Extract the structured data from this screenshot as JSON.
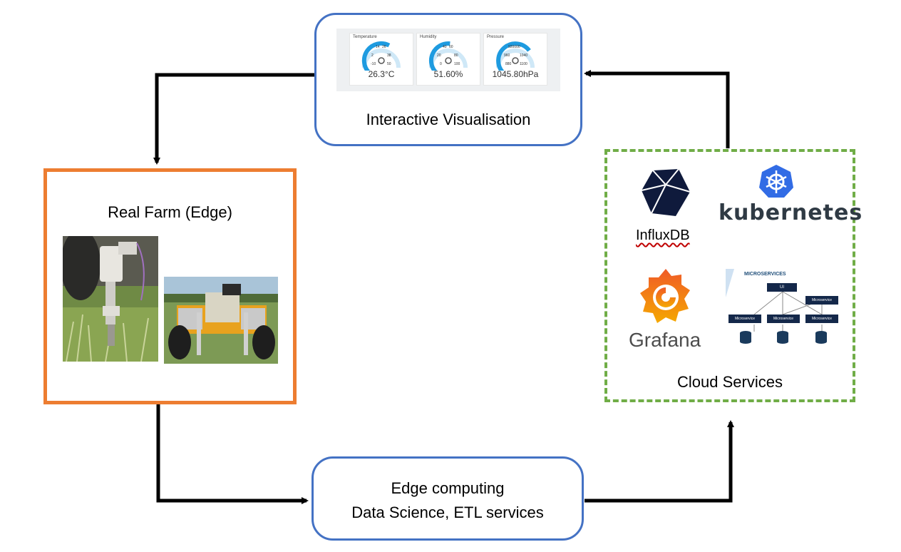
{
  "nodes": {
    "visualisation": {
      "label": "Interactive Visualisation",
      "gauges": [
        {
          "title": "Temperature",
          "value": "26.3°C",
          "ticks": [
            "14",
            "26",
            "2",
            "38",
            "-10",
            "50"
          ],
          "level": 0.6
        },
        {
          "title": "Humidity",
          "value": "51.60%",
          "ticks": [
            "40",
            "60",
            "20",
            "80",
            "0",
            "100"
          ],
          "level": 0.52
        },
        {
          "title": "Pressure",
          "value": "1045.80hPa",
          "ticks": [
            "920000",
            "960",
            "1040",
            "880",
            "1100"
          ],
          "level": 0.7
        }
      ]
    },
    "farm": {
      "label": "Real Farm (Edge)"
    },
    "cloud": {
      "label": "Cloud Services",
      "influxdb": "InfluxDB",
      "kubernetes": "kubernetes",
      "grafana": "Grafana",
      "microservices": {
        "title": "MICROSERVICES",
        "ui": "UI",
        "service": "Microservice"
      }
    },
    "edge": {
      "line1": "Edge computing",
      "line2": "Data Science, ETL services"
    }
  },
  "colors": {
    "blue_box": "#4472c4",
    "orange_box": "#ed7d31",
    "green_box": "#70ad47",
    "arrow": "#000000",
    "gauge": "#1e9be0",
    "grafana_orange": "#f46800",
    "k8s_blue": "#326ce5",
    "influx_navy": "#0f1a3c"
  }
}
